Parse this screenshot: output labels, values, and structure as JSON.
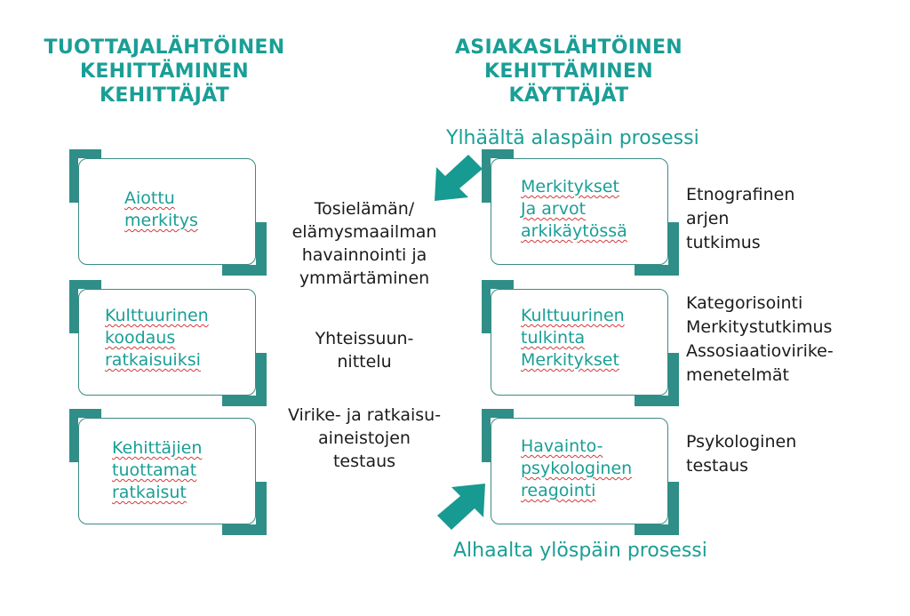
{
  "left_heading": [
    "TUOTTAJALÄHTÖINEN",
    "KEHITTÄMINEN",
    "KEHITTÄJÄT"
  ],
  "right_heading": [
    "ASIAKASLÄHTÖINEN",
    "KEHITTÄMINEN",
    "KÄYTTÄJÄT"
  ],
  "top_process": "Ylhäältä alaspäin prosessi",
  "bottom_process": "Alhaalta ylöspäin prosessi",
  "left_boxes": [
    [
      "Aiottu",
      "merkitys"
    ],
    [
      "Kulttuurinen",
      "koodaus",
      "ratkaisuiksi"
    ],
    [
      "Kehittäjien",
      "tuottamat",
      "ratkaisut"
    ]
  ],
  "right_boxes": [
    [
      "Merkitykset",
      "Ja arvot",
      "arkikäytössä"
    ],
    [
      "Kulttuurinen",
      "tulkinta",
      "Merkitykset"
    ],
    [
      "Havainto-",
      "psykologinen",
      "reagointi"
    ]
  ],
  "middle_texts": [
    [
      "Tosielämän/",
      "elämysmaailman",
      "havainnointi ja",
      "ymmärtäminen"
    ],
    [
      "Yhteissuun-",
      "nittelu"
    ],
    [
      "Virike- ja ratkaisu-",
      "aineistojen",
      "testaus"
    ]
  ],
  "side_texts": [
    [
      "Etnografinen",
      "arjen",
      "tutkimus"
    ],
    [
      "Kategorisointi",
      "Merkitystutkimus",
      "Assosiaatiovirike-",
      "menetelmät"
    ],
    [
      "Psykologinen",
      "testaus"
    ]
  ],
  "colors": {
    "accent": "#1a9e96",
    "box_border": "#3a8b84",
    "bracket": "#2f8f88",
    "text": "#1b1b1b"
  },
  "icons": {
    "top_arrow": "arrow-down-left-icon",
    "bottom_arrow": "arrow-up-right-icon"
  }
}
